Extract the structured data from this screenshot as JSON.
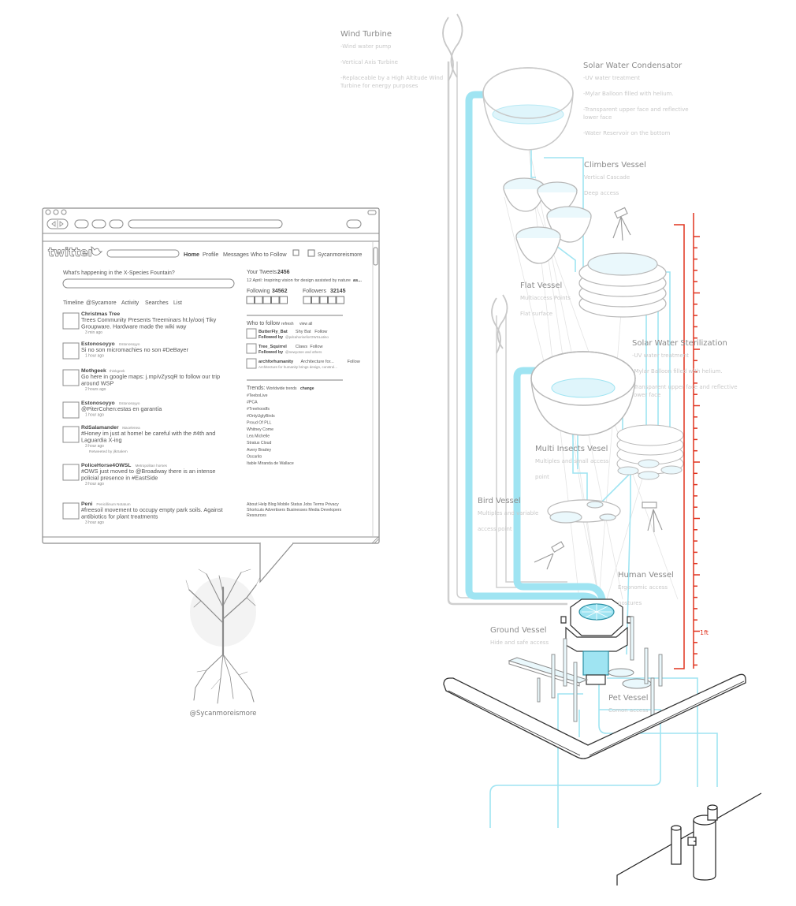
{
  "diagram": {
    "components": [
      {
        "id": "wind",
        "title": "Wind Turbine",
        "notes": [
          "-Wind water pump",
          "-Vertical Axis Turbine",
          "-Replaceable by a High Altitude Wind",
          "Turbine for energy purposes"
        ]
      },
      {
        "id": "condensator",
        "title": "Solar Water Condensator",
        "notes": [
          "-UV water treatment",
          "-Mylar Balloon filled with helium.",
          "-Transparent upper face and reflective",
          "lower face",
          "-Water Reservoir on the bottom"
        ]
      },
      {
        "id": "climbers",
        "title": "Climbers Vessel",
        "notes": [
          "Vertical Cascade",
          "Deep access"
        ]
      },
      {
        "id": "flat",
        "title": "Flat Vessel",
        "notes": [
          "Multiaccess Points",
          "Flat surface"
        ]
      },
      {
        "id": "sterilization",
        "title": "Solar Water Sterilization",
        "notes": [
          "-UV water treatment",
          "-Mylar Balloon filled with helium.",
          "-Transparent upper face and reflective",
          "lower face"
        ]
      },
      {
        "id": "insects",
        "title": "Multi Insects Vesel",
        "notes": [
          "Multiples and small access",
          "point"
        ]
      },
      {
        "id": "bird",
        "title": "Bird Vessel",
        "notes": [
          "Multiples and variable",
          "access point"
        ]
      },
      {
        "id": "human",
        "title": "Human Vessel",
        "notes": [
          "Ergonomic access",
          "postures"
        ]
      },
      {
        "id": "ground",
        "title": "Ground Vessel",
        "notes": [
          "Hide and safe access"
        ]
      },
      {
        "id": "pet",
        "title": "Pet Vessel",
        "notes": [
          "Comon access"
        ]
      }
    ],
    "scale_label": "1ft",
    "handle_caption": "@Sycanmoreismore"
  },
  "twitter": {
    "logo": "twitter",
    "nav": [
      "Home",
      "Profile",
      "Messages",
      "Who to Follow"
    ],
    "account": "Sycanmoreismore",
    "prompt": "What's happening in the X-Species Fountain?",
    "tabs": [
      "Timeline",
      "@Sycamore",
      "Activity",
      "Searches",
      "List"
    ],
    "tweets": [
      {
        "user": "Christmas Tree",
        "handle": "",
        "lines": [
          "Trees Community Presents Treeminars ht.ly/oorj Tiky",
          "Groupware. Hardware made the wiki way"
        ],
        "time": "3 min ago",
        "extra": ""
      },
      {
        "user": "Estonosoyyo",
        "handle": "Estonosoyyo",
        "lines": [
          "Si no son micromachies no son #DeBayer"
        ],
        "time": "1 hour ago",
        "extra": ""
      },
      {
        "user": "Mothgeek",
        "handle": "thinkgeek",
        "lines": [
          "Go here in google maps: j.mp/vZysqR to follow our trip",
          "around  WSP"
        ],
        "time": "2 hours ago",
        "extra": ""
      },
      {
        "user": "Estonosoyyo",
        "handle": "Estonosoyyo",
        "lines": [
          "@PiterCohen:estas en garantía"
        ],
        "time": "1 hour ago",
        "extra": ""
      },
      {
        "user": "RdSalamander",
        "handle": "Macelenea",
        "lines": [
          "#Honey im just at home! be careful with the #4th and",
          "Laguardia X-ing"
        ],
        "time": "3 hour ago",
        "extra": "Retweeted by jlkSalem"
      },
      {
        "user": "PoliceHorse4OWSL",
        "handle": "Metropolitan horses",
        "lines": [
          "#OWS just moved to @Broadway there is an intense",
          "policial presence  in #EastSide"
        ],
        "time": "3 hour ago",
        "extra": ""
      },
      {
        "user": "Peni",
        "handle": "Penicillinum Notatum",
        "lines": [
          "#freesoil movement to occupy empty park soils. Against",
          "antibiotics for plant treatments"
        ],
        "time": "3 hour ago",
        "extra": ""
      }
    ],
    "your_tweets_label": "Your Tweets",
    "your_tweets_count": "2456",
    "latest": "12 April: Inspiring vision for design assisted by nature",
    "latest_more": "as...",
    "following_label": "Following",
    "following_count": "34562",
    "followers_label": "Followers",
    "followers_count": "32145",
    "who_to_follow": "Who to follow",
    "refresh": "refresh",
    "view_all": "view all",
    "suggestions": [
      {
        "name": "ButterFly_Bat",
        "desc": "Shy Bat",
        "follow": "Follow",
        "by_label": "Followed by",
        "by": "@pdcahoriseforOWSLatino"
      },
      {
        "name": "Tree_Squirrel",
        "desc": "Claws",
        "follow": "Follow",
        "by_label": "Followed by",
        "by": "@newyoton and others"
      },
      {
        "name": "archforhumanity",
        "desc": "Architecture for...",
        "follow": "Follow",
        "by_label": "",
        "by": "Architecture for humanity brings design, construl..."
      }
    ],
    "trends_label": "Trends:",
    "trends_scope": "Worldwide trends",
    "trends_change": "change",
    "trends": [
      "#TeeboLive",
      "#PCA",
      "#Treehoodfs",
      "#OnlyUglyBirds",
      "Proud Of PLL",
      "Whitney Come",
      "Lea Michelle",
      "Stratus Cloud",
      "Avery Bradey",
      "Oscarito",
      "Itable Miranda de Wallace"
    ],
    "footer": [
      "About  Help  Blog  Mobile  Status  Jobs Terms  Privacy",
      "Shortcuts  Advertisers  Businesses Media  Developers",
      "Resources"
    ]
  },
  "colors": {
    "water": "#9fe4f2",
    "scale": "#e0331f",
    "line": "#cfcfcf"
  }
}
